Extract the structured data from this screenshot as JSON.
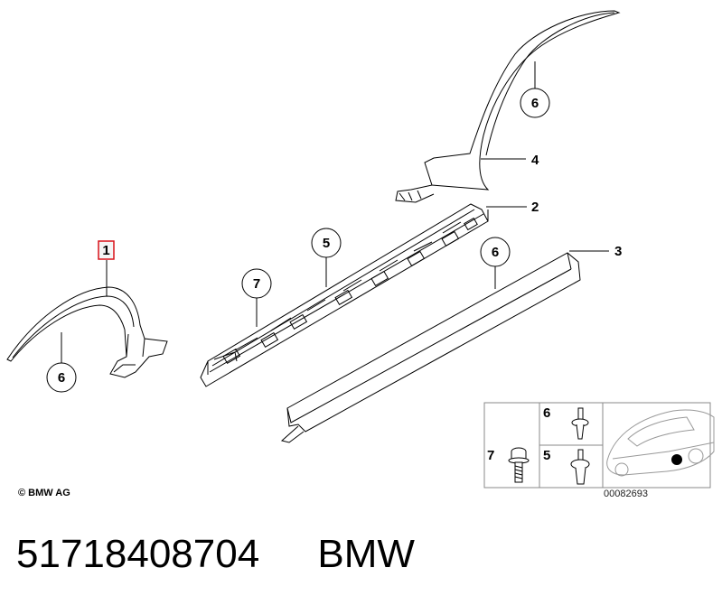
{
  "callouts": {
    "c1": "1",
    "c2": "2",
    "c3": "3",
    "c4": "4",
    "c5": "5",
    "c6a": "6",
    "c6b": "6",
    "c6c": "6",
    "c7": "7"
  },
  "inset": {
    "label_6": "6",
    "label_5": "5",
    "label_7": "7",
    "code": "00082693"
  },
  "copyright": "© BMW AG",
  "footer": {
    "part_number": "51718408704",
    "brand": "BMW"
  },
  "colors": {
    "highlight": "#d9121a",
    "line": "#000000"
  }
}
